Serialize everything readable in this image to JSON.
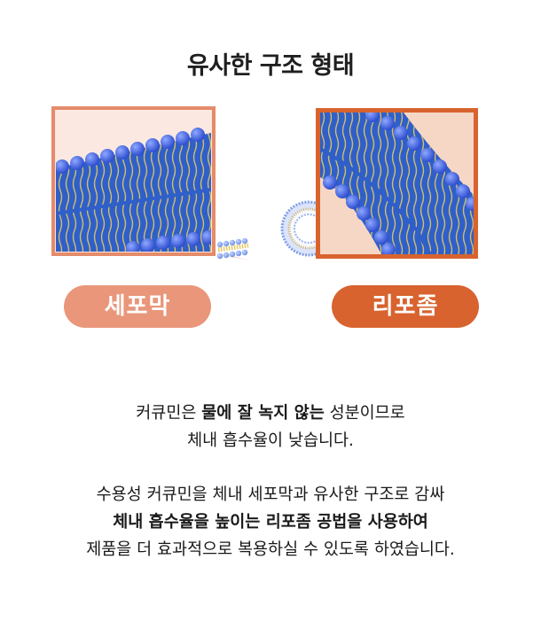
{
  "title": "유사한 구조 형태",
  "labels": {
    "cell_membrane": "세포막",
    "liposome": "리포좀"
  },
  "colors": {
    "cell_pill": "#e9967a",
    "liposome_pill": "#d8632e",
    "membrane_blue": "#2f5fc9",
    "head_blue": "#3b5fe0",
    "tail_yellow": "#e3c860"
  },
  "paragraph1": {
    "line1": {
      "pre": "커큐민은 ",
      "bold": "물에 잘 녹지 않는",
      "post": " 성분이므로"
    },
    "line2": "체내 흡수율이 낮습니다."
  },
  "paragraph2": {
    "line1": "수용성 커큐민을 체내 세포막과 유사한 구조로 감싸",
    "line2": "체내 흡수율을 높이는 리포좀 공법을 사용하여",
    "line3": "제품을 더 효과적으로 복용하실 수 있도록 하였습니다."
  }
}
